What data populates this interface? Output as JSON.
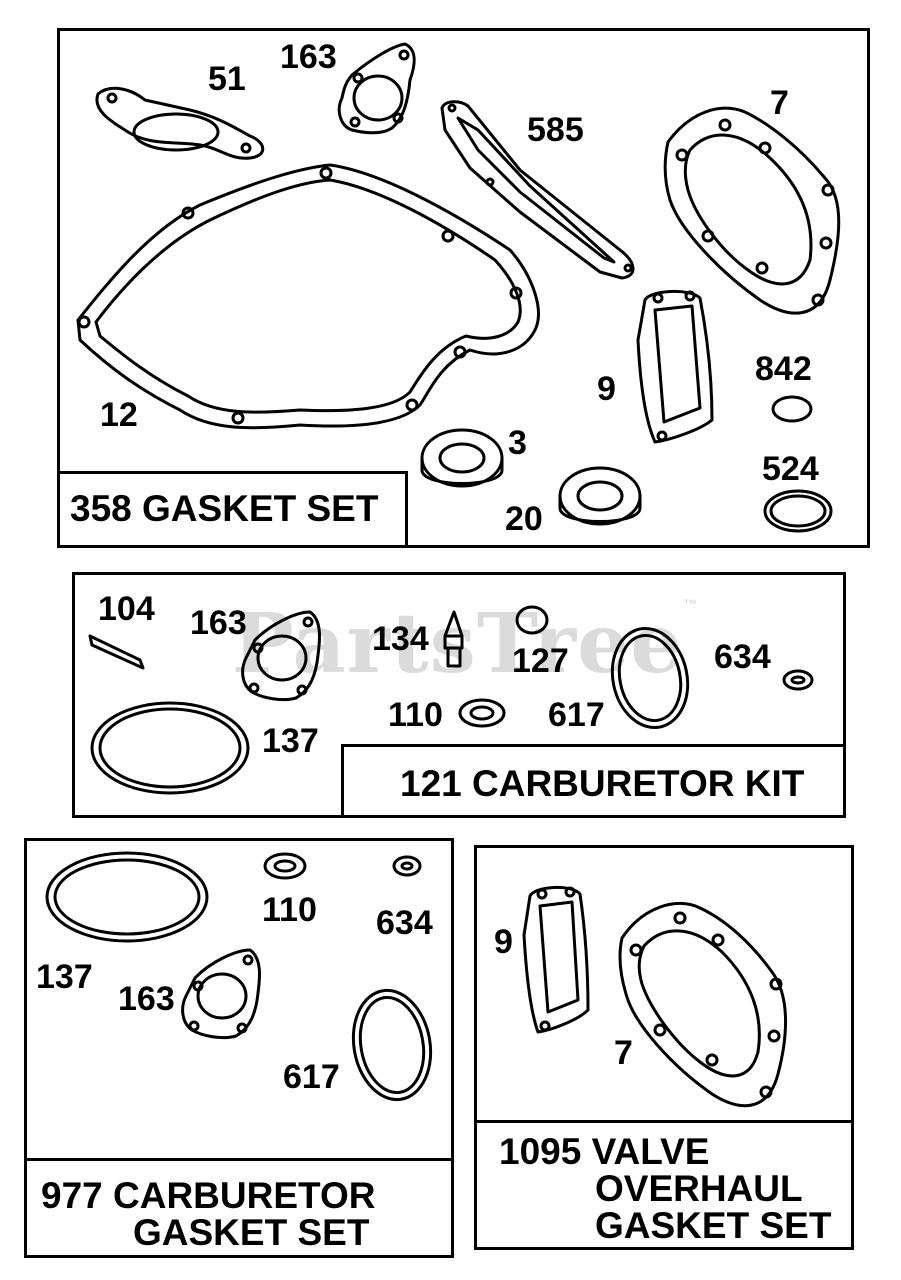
{
  "watermark": {
    "text": "PartsTree",
    "tm": "™"
  },
  "panels": {
    "gasket_set": {
      "caption": "358 GASKET SET",
      "parts": {
        "p51": "51",
        "p163": "163",
        "p585": "585",
        "p7": "7",
        "p12": "12",
        "p9": "9",
        "p842": "842",
        "p3": "3",
        "p524": "524",
        "p20": "20"
      }
    },
    "carburetor_kit": {
      "caption": "121 CARBURETOR KIT",
      "parts": {
        "p104": "104",
        "p163": "163",
        "p134": "134",
        "p127": "127",
        "p634": "634",
        "p137": "137",
        "p110": "110",
        "p617": "617"
      }
    },
    "carb_gasket_set": {
      "caption_line1": "977 CARBURETOR",
      "caption_line2": "GASKET SET",
      "parts": {
        "p137": "137",
        "p110": "110",
        "p634": "634",
        "p163": "163",
        "p617": "617"
      }
    },
    "valve_gasket_set": {
      "caption_line1": "1095 VALVE",
      "caption_line2": "OVERHAUL",
      "caption_line3": "GASKET SET",
      "parts": {
        "p9": "9",
        "p7": "7"
      }
    }
  }
}
